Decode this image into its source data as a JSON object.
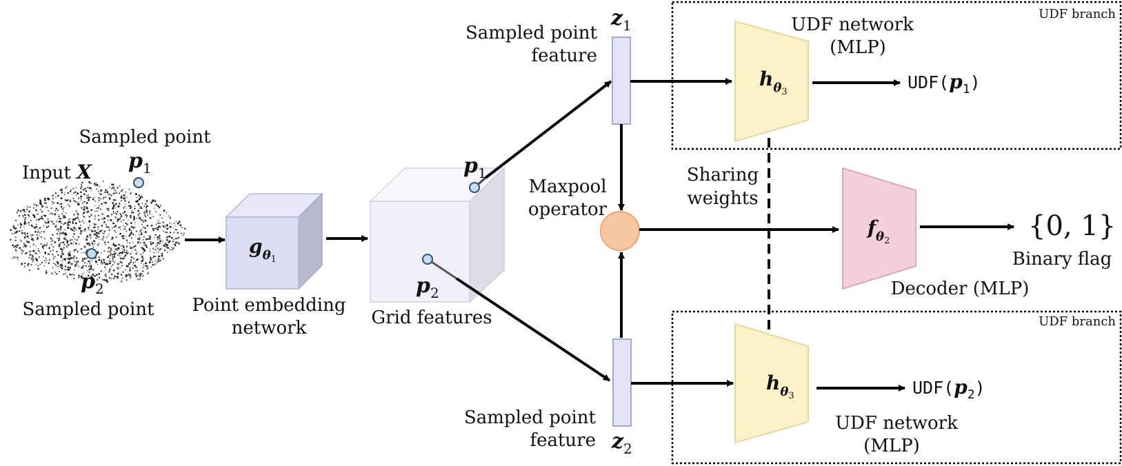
{
  "labels": {
    "sampled_point_top": "Sampled point",
    "sampled_point_bottom": "Sampled point",
    "input": "Input",
    "input_sym": "X",
    "point_embedding_line1": "Point embedding",
    "point_embedding_line2": "network",
    "grid_features": "Grid features",
    "spf_top_line1": "Sampled point",
    "spf_top_line2": "feature",
    "spf_bottom_line1": "Sampled point",
    "spf_bottom_line2": "feature",
    "maxpool_line1": "Maxpool",
    "maxpool_line2": "operator",
    "sharing_line1": "Sharing",
    "sharing_line2": "weights",
    "udf_net_top_line1": "UDF network",
    "udf_net_top_line2": "(MLP)",
    "udf_net_bottom_line1": "UDF network",
    "udf_net_bottom_line2": "(MLP)",
    "udf_branch_top": "UDF branch",
    "udf_branch_bottom": "UDF branch",
    "decoder": "Decoder (MLP)",
    "binary_flag": "Binary flag",
    "output_set": "{0, 1}",
    "udf_out_prefix": "UDF(",
    "udf_out_suffix": ")"
  },
  "symbols": {
    "p": "p",
    "z": "z",
    "g": "g",
    "h": "h",
    "f": "f",
    "theta": "θ",
    "sub1": "1",
    "sub2": "2",
    "sub3": "3"
  },
  "colors": {
    "embed_front": "#dcdcf5",
    "embed_top": "#e8e8f8",
    "embed_side": "#b8b8d0",
    "grid_front": "#f0f0fa",
    "grid_side": "#dddde8",
    "feature_bar": "#e3e3f8",
    "udf_trap": "#fdf1c8",
    "decoder_trap": "#f5cfdc",
    "maxpool": "#f8c7a2",
    "point_fill": "#c8dcf0",
    "point_stroke": "#2a4e7a"
  }
}
